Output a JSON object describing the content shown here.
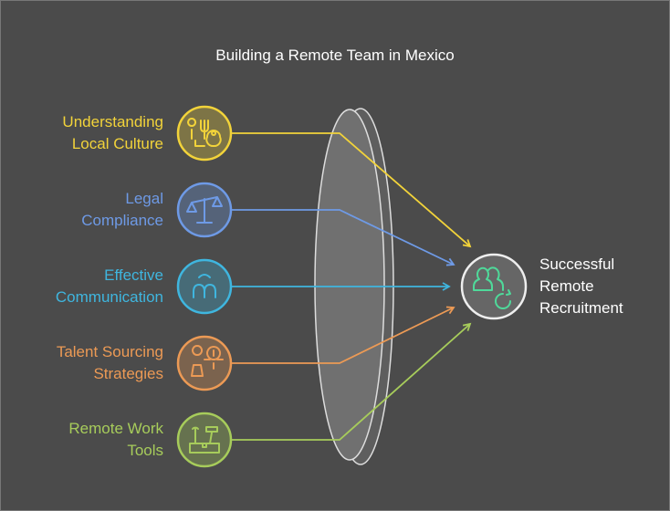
{
  "title": "Building a Remote Team in Mexico",
  "inputs": [
    {
      "label_lines": [
        "Understanding",
        "Local Culture"
      ],
      "icon": "culture-location-icon",
      "color": "#f2d33a"
    },
    {
      "label_lines": [
        "Legal",
        "Compliance"
      ],
      "icon": "scales-icon",
      "color": "#6e9ae6"
    },
    {
      "label_lines": [
        "Effective",
        "Communication"
      ],
      "icon": "people-communication-icon",
      "color": "#3fb6df"
    },
    {
      "label_lines": [
        "Talent Sourcing",
        "Strategies"
      ],
      "icon": "person-target-icon",
      "color": "#ec9a55"
    },
    {
      "label_lines": [
        "Remote Work",
        "Tools"
      ],
      "icon": "toolbox-icon",
      "color": "#a7cc5b"
    }
  ],
  "output": {
    "label_lines": [
      "Successful",
      "Remote",
      "Recruitment"
    ],
    "icon": "users-refresh-icon",
    "color": "#4fd99a"
  }
}
